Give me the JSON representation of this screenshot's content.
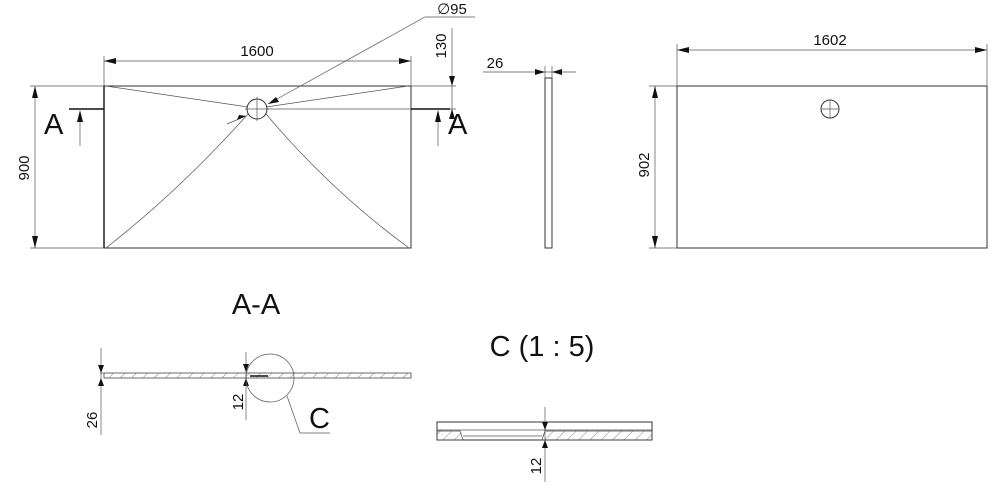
{
  "top_view": {
    "width_dim": "1600",
    "height_dim": "900",
    "drain_dim": "∅95",
    "drain_offset_dim": "130",
    "section_mark_left": "A",
    "section_mark_right": "A"
  },
  "side_view": {
    "thickness_dim": "26"
  },
  "right_view": {
    "width_dim": "1602",
    "height_dim": "902"
  },
  "section_view": {
    "title": "A-A",
    "thickness_dim": "26",
    "drain_thickness_dim": "12",
    "detail_label": "C"
  },
  "detail_view": {
    "title": "C (1 : 5)",
    "thickness_dim": "12"
  }
}
